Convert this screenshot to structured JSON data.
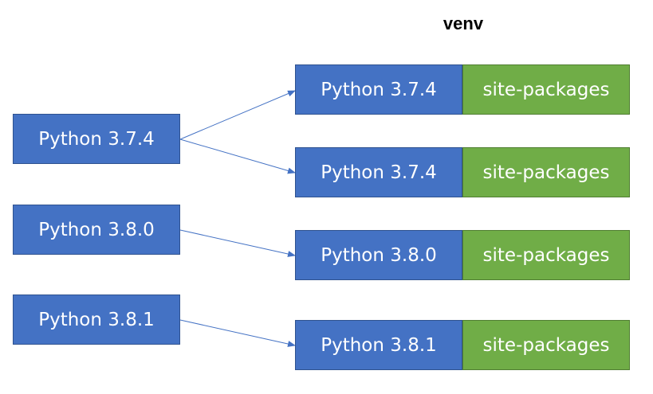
{
  "title": "venv",
  "colors": {
    "python_fill": "#4472C4",
    "python_border": "#2F528F",
    "packages_fill": "#70AD47",
    "packages_border": "#507E32",
    "arrow": "#4472C4",
    "text": "#FFFFFF"
  },
  "sources": [
    {
      "label": "Python 3.7.4"
    },
    {
      "label": "Python 3.8.0"
    },
    {
      "label": "Python 3.8.1"
    }
  ],
  "environments": [
    {
      "python": "Python 3.7.4",
      "packages": "site-packages"
    },
    {
      "python": "Python 3.7.4",
      "packages": "site-packages"
    },
    {
      "python": "Python 3.8.0",
      "packages": "site-packages"
    },
    {
      "python": "Python 3.8.1",
      "packages": "site-packages"
    }
  ],
  "links": [
    {
      "from": 0,
      "to": 0
    },
    {
      "from": 0,
      "to": 1
    },
    {
      "from": 1,
      "to": 2
    },
    {
      "from": 2,
      "to": 3
    }
  ]
}
